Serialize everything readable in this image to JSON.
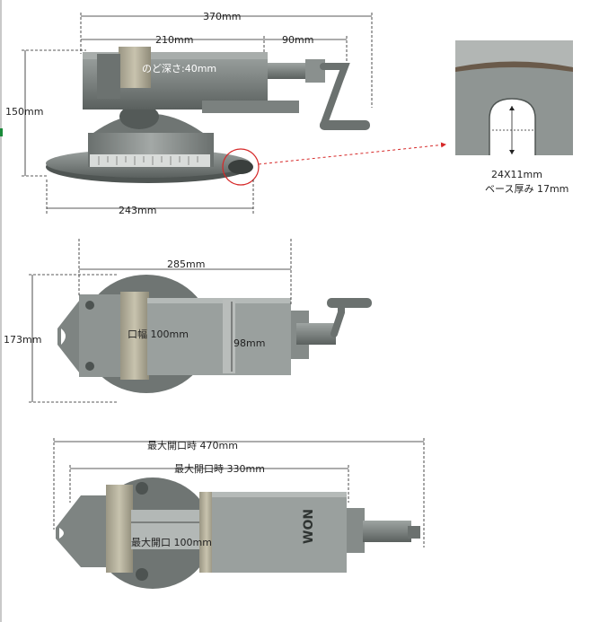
{
  "views": {
    "side": {
      "overall_length": "370mm",
      "jaw_to_body": "210mm",
      "handle_length": "90mm",
      "throat_depth": "のど深さ:40mm",
      "height": "150mm",
      "base_width": "243mm"
    },
    "detail": {
      "slot_size": "24X11mm",
      "base_thickness": "ベース厚み 17mm"
    },
    "top": {
      "body_length": "285mm",
      "width": "173mm",
      "jaw_width": "口幅 100mm",
      "body_width": "98mm"
    },
    "open": {
      "max_open_total": "最大開口時 470mm",
      "max_open_body": "最大開口時 330mm",
      "max_opening": "最大開口 100mm"
    }
  },
  "brand_mark": "WON",
  "colors": {
    "metal_dark": "#5f6563",
    "metal_mid": "#8a908e",
    "metal_light": "#b7bcba",
    "dimension_line": "#222222",
    "callout_red": "#d62828"
  }
}
